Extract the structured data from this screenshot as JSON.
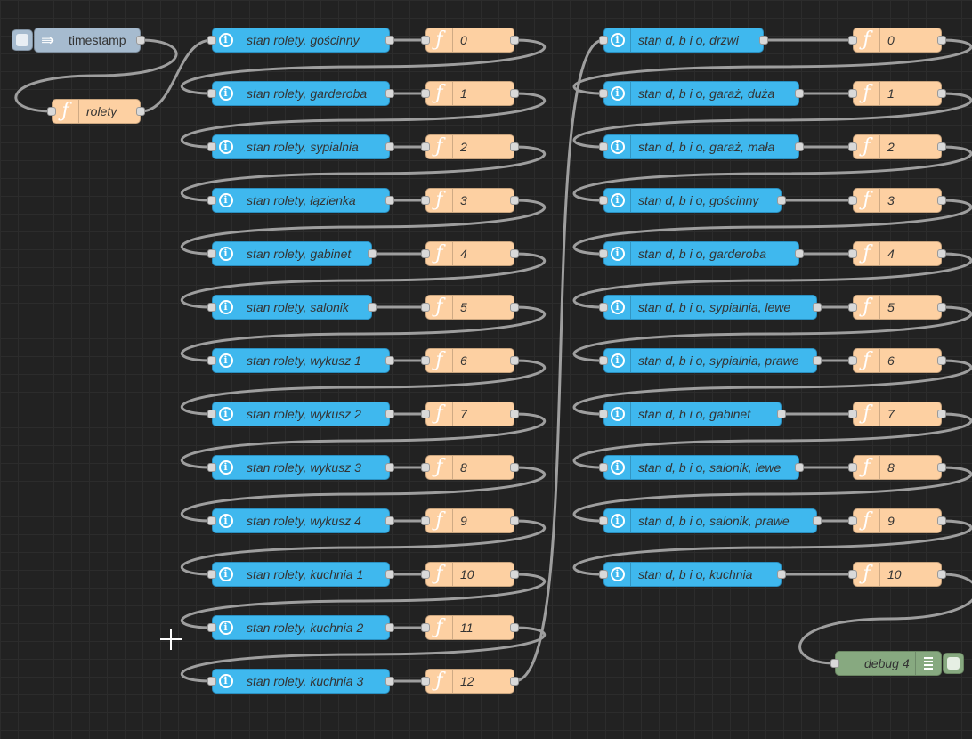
{
  "inject": {
    "label": "timestamp",
    "icon": "arrow-right-icon",
    "color": "#a6bbcf"
  },
  "split_function": {
    "label": "rolety",
    "icon": "function-icon",
    "color": "#fdd0a2"
  },
  "column1": {
    "status_nodes": [
      "stan rolety, gościnny",
      "stan rolety, garderoba",
      "stan rolety, sypialnia",
      "stan rolety, łązienka",
      "stan rolety, gabinet",
      "stan rolety, salonik",
      "stan rolety, wykusz 1",
      "stan rolety, wykusz 2",
      "stan rolety, wykusz 3",
      "stan rolety, wykusz 4",
      "stan rolety, kuchnia 1",
      "stan rolety, kuchnia 2",
      "stan rolety, kuchnia 3"
    ],
    "function_nodes": [
      "0",
      "1",
      "2",
      "3",
      "4",
      "5",
      "6",
      "7",
      "8",
      "9",
      "10",
      "11",
      "12"
    ]
  },
  "column2": {
    "status_nodes": [
      "stan d, b i o, drzwi",
      "stan d, b i o, garaż, duża",
      "stan d, b i o, garaż, mała",
      "stan d, b i o, gościnny",
      "stan d, b i o, garderoba",
      "stan d, b i o, sypialnia, lewe",
      "stan d, b i o, sypialnia, prawe",
      "stan d, b i o, gabinet",
      "stan d, b i o, salonik, lewe",
      "stan d, b i o, salonik, prawe",
      "stan d, b i o, kuchnia"
    ],
    "function_nodes": [
      "0",
      "1",
      "2",
      "3",
      "4",
      "5",
      "6",
      "7",
      "8",
      "9",
      "10"
    ]
  },
  "debug": {
    "label": "debug 4",
    "icon": "list-icon",
    "color": "#87a980"
  },
  "status_icon": "info-icon",
  "colors": {
    "status": "#3fb8ee",
    "function": "#fdd0a2",
    "wire": "#9e9e9e",
    "canvas": "#222222"
  }
}
